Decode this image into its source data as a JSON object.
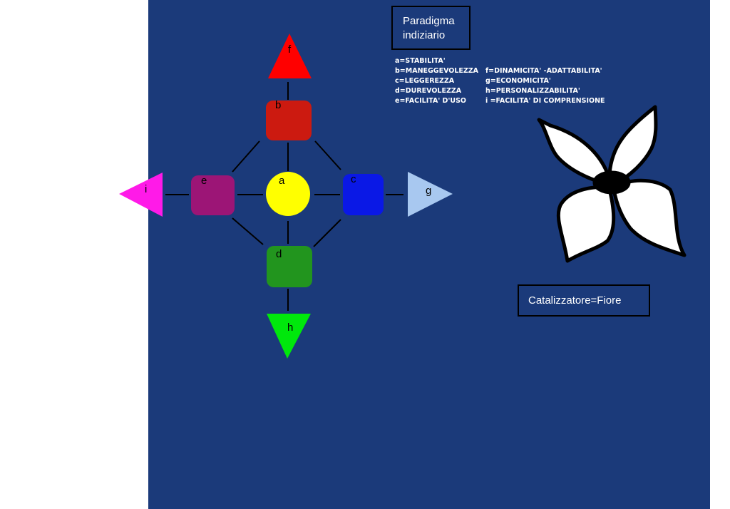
{
  "title": {
    "line1": "Paradigma",
    "line2": "indiziario"
  },
  "legend_left": [
    "a=STABILITA'",
    "b=MANEGGEVOLEZZA",
    "c=LEGGEREZZA",
    "d=DUREVOLEZZA",
    "e=FACILITA' D'USO"
  ],
  "legend_right": [
    "f=DINAMICITA' -ADATTABILITA'",
    "g=ECONOMICITA'",
    "h=PERSONALIZZABILITA'",
    "i =FACILITA' DI COMPRENSIONE"
  ],
  "nodes": {
    "a": {
      "label": "a",
      "color": "#ffff00"
    },
    "b": {
      "label": "b",
      "color": "#cc1a10"
    },
    "c": {
      "label": "c",
      "color": "#0a18e6"
    },
    "d": {
      "label": "d",
      "color": "#22951e"
    },
    "e": {
      "label": "e",
      "color": "#9c1576"
    },
    "f": {
      "label": "f",
      "color": "#ff0000"
    },
    "g": {
      "label": "g",
      "color": "#a8c8f0"
    },
    "h": {
      "label": "h",
      "color": "#00e80c"
    },
    "i": {
      "label": "i",
      "color": "#ff1ae8"
    }
  },
  "catalyst": {
    "label": "Catalizzatore=Fiore",
    "image": "flower-illustration"
  },
  "colors": {
    "slide_background": "#1b3a7a",
    "page_background": "#ffffff",
    "connector": "#000000"
  }
}
